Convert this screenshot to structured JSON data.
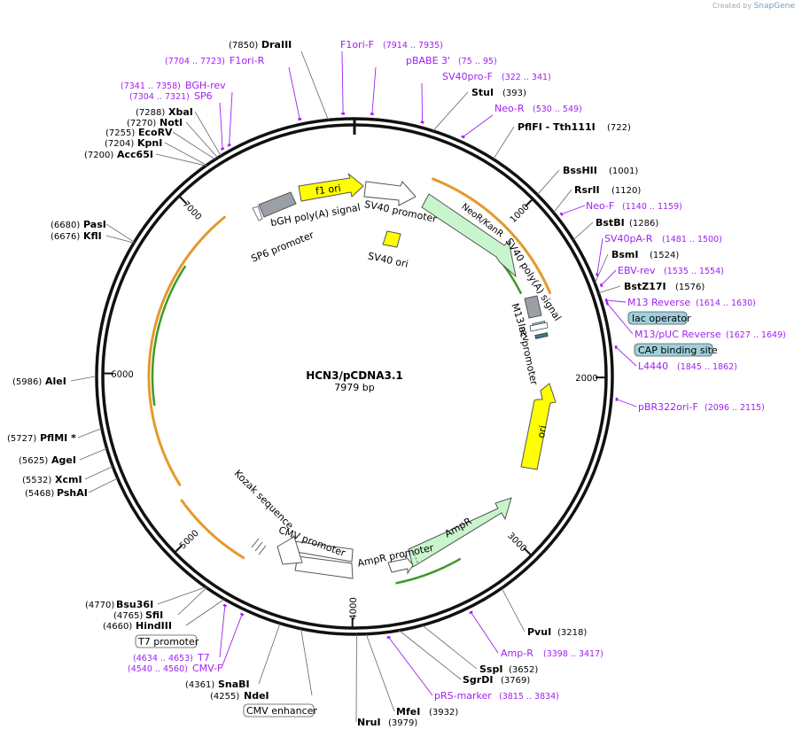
{
  "credit": {
    "prefix": "Created by",
    "brand": "SnapGene"
  },
  "plasmid": {
    "name": "HCN3/pCDNA3.1",
    "length_label": "7979 bp",
    "length": 7979
  },
  "ticks": [
    {
      "pos": 1000,
      "label": "1000"
    },
    {
      "pos": 2000,
      "label": "2000"
    },
    {
      "pos": 3000,
      "label": "3000"
    },
    {
      "pos": 4000,
      "label": "4000"
    },
    {
      "pos": 5000,
      "label": "5000"
    },
    {
      "pos": 6000,
      "label": "6000"
    },
    {
      "pos": 7000,
      "label": "7000"
    }
  ],
  "enzymes": [
    {
      "name": "DraIII",
      "pos": "(7850)",
      "side": "left"
    },
    {
      "name": "StuI",
      "pos": "(393)",
      "side": "right"
    },
    {
      "name": "PflFI - Tth111I",
      "pos": "(722)",
      "side": "right"
    },
    {
      "name": "BssHII",
      "pos": "(1001)",
      "side": "right"
    },
    {
      "name": "RsrII",
      "pos": "(1120)",
      "side": "right"
    },
    {
      "name": "BstBI",
      "pos": "(1286)",
      "side": "right"
    },
    {
      "name": "BsmI",
      "pos": "(1524)",
      "side": "right"
    },
    {
      "name": "BstZ17I",
      "pos": "(1576)",
      "side": "right"
    },
    {
      "name": "PvuI",
      "pos": "(3218)",
      "side": "right"
    },
    {
      "name": "SspI",
      "pos": "(3652)",
      "side": "right"
    },
    {
      "name": "SgrDI",
      "pos": "(3769)",
      "side": "right"
    },
    {
      "name": "MfeI",
      "pos": "(3932)",
      "side": "right"
    },
    {
      "name": "NruI",
      "pos": "(3979)",
      "side": "right"
    },
    {
      "name": "NdeI",
      "pos": "(4255)",
      "side": "left"
    },
    {
      "name": "SnaBI",
      "pos": "(4361)",
      "side": "left"
    },
    {
      "name": "HindIII",
      "pos": "(4660)",
      "side": "left"
    },
    {
      "name": "SfiI",
      "pos": "(4765)",
      "side": "left"
    },
    {
      "name": "Bsu36I",
      "pos": "(4770)",
      "side": "left"
    },
    {
      "name": "PshAI",
      "pos": "(5468)",
      "side": "left"
    },
    {
      "name": "XcmI",
      "pos": "(5532)",
      "side": "left"
    },
    {
      "name": "AgeI",
      "pos": "(5625)",
      "side": "left"
    },
    {
      "name": "PflMI *",
      "pos": "(5727)",
      "side": "left"
    },
    {
      "name": "AleI",
      "pos": "(5986)",
      "side": "left"
    },
    {
      "name": "KflI",
      "pos": "(6676)",
      "side": "left"
    },
    {
      "name": "PasI",
      "pos": "(6680)",
      "side": "left"
    },
    {
      "name": "Acc65I",
      "pos": "(7200)",
      "side": "left"
    },
    {
      "name": "KpnI",
      "pos": "(7204)",
      "side": "left"
    },
    {
      "name": "EcoRV",
      "pos": "(7255)",
      "side": "left"
    },
    {
      "name": "NotI",
      "pos": "(7270)",
      "side": "left"
    },
    {
      "name": "XbaI",
      "pos": "(7288)",
      "side": "left"
    }
  ],
  "primers": [
    {
      "name": "F1ori-F",
      "range": "(7914 .. 7935)"
    },
    {
      "name": "F1ori-R",
      "range": "(7704 .. 7723)"
    },
    {
      "name": "pBABE 3'",
      "range": "(75 .. 95)"
    },
    {
      "name": "SV40pro-F",
      "range": "(322 .. 341)"
    },
    {
      "name": "Neo-R",
      "range": "(530 .. 549)"
    },
    {
      "name": "Neo-F",
      "range": "(1140 .. 1159)"
    },
    {
      "name": "SV40pA-R",
      "range": "(1481 .. 1500)"
    },
    {
      "name": "EBV-rev",
      "range": "(1535 .. 1554)"
    },
    {
      "name": "M13 Reverse",
      "range": "(1614 .. 1630)"
    },
    {
      "name": "M13/pUC Reverse",
      "range": "(1627 .. 1649)"
    },
    {
      "name": "L4440",
      "range": "(1845 .. 1862)"
    },
    {
      "name": "pBR322ori-F",
      "range": "(2096 .. 2115)"
    },
    {
      "name": "Amp-R",
      "range": "(3398 .. 3417)"
    },
    {
      "name": "pRS-marker",
      "range": "(3815 .. 3834)"
    },
    {
      "name": "T7",
      "range": "(4634 .. 4653)"
    },
    {
      "name": "CMV-F",
      "range": "(4540 .. 4560)"
    },
    {
      "name": "BGH-rev",
      "range": "(7341 .. 7358)"
    },
    {
      "name": "SP6",
      "range": "(7304 .. 7321)"
    }
  ],
  "boxed_features": {
    "lac_operator": "lac operator",
    "cap_site": "CAP binding site",
    "t7_promoter": "T7 promoter",
    "cmv_enhancer": "CMV enhancer"
  },
  "features": {
    "f1_ori": "f1 ori",
    "sv40_promoter": "SV40 promoter",
    "neo": "NeoR/KanR",
    "sv40_ori": "SV40 ori",
    "sv40_polya": "SV40 poly(A) signal",
    "m13_rev": "M13 rev",
    "lac_promoter": "lac promoter",
    "ori": "ori",
    "ampr": "AmpR",
    "ampr_promoter": "AmpR promoter",
    "cmv_promoter": "CMV promoter",
    "kozak": "Kozak sequence",
    "bgh": "bGH poly(A) signal",
    "sp6": "SP6 promoter"
  },
  "colors": {
    "backbone": "#111111",
    "primer": "#a020f0",
    "orf_orange": "#e39a2b",
    "orf_green": "#3f9a28",
    "promoter_fill": "#ffffff",
    "neo_fill": "#c9f5cc",
    "ori_fill": "#ffff00",
    "terminator_fill": "#9aa0a6",
    "boxed_fill": "#9fd0dc"
  }
}
